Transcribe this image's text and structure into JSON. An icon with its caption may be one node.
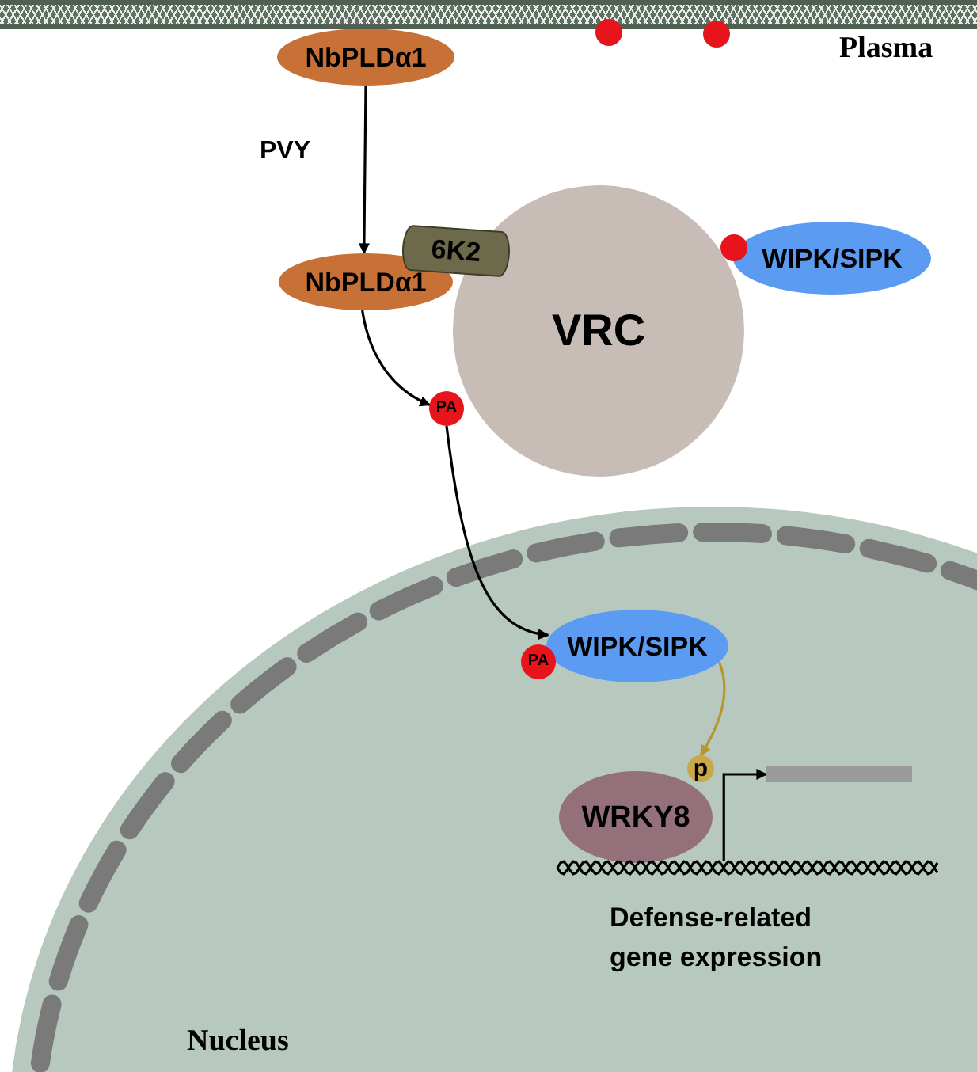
{
  "diagram": {
    "nodes": [
      {
        "text": [
          "NbPLDα1"
        ]
      },
      {
        "text": [
          "NbPLDα1"
        ]
      },
      {
        "text": [
          "6K2"
        ]
      },
      {
        "text": [
          "VRC"
        ]
      },
      {
        "text": [
          "WIPK/SIPK"
        ]
      },
      {
        "text": [
          "PA"
        ]
      },
      {
        "text": [
          "Nucleus"
        ]
      },
      {
        "text": [
          "PA"
        ],
        "in": 6
      },
      {
        "text": [
          "WIPK/SIPK"
        ],
        "in": 6
      },
      {
        "text": [
          "p"
        ],
        "in": 6
      },
      {
        "text": [
          "WRKY8"
        ],
        "in": 6
      },
      {
        "text": [],
        "shape": "bar",
        "in": 6
      },
      {
        "text": [],
        "shape": "picture",
        "in": 6
      }
    ],
    "edges": [
      {
        "from": 0,
        "to": 1,
        "arrow": "to",
        "label": "PVY"
      },
      {
        "from": 1,
        "to": 5,
        "arrow": "to"
      },
      {
        "from": 5,
        "to": 8,
        "arrow": "to"
      },
      {
        "from": 8,
        "to": 9,
        "arrow": "to",
        "color": "#b8962e"
      },
      {
        "from": 12,
        "to": 11,
        "arrow": "to"
      }
    ],
    "labels": [
      "Plasma",
      "Defense-related gene expression"
    ]
  }
}
